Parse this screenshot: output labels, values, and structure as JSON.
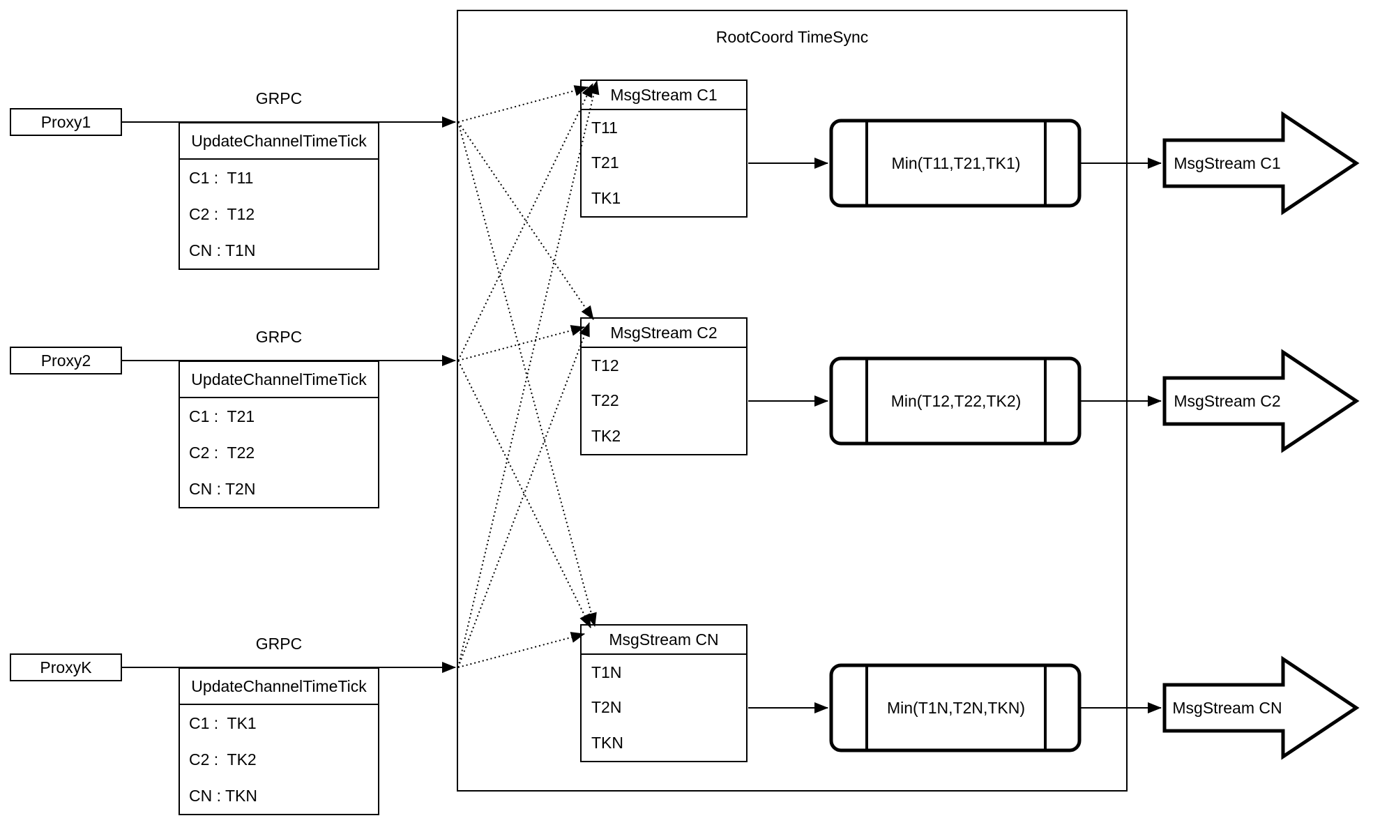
{
  "diagram": {
    "title": "RootCoord TimeSync",
    "proxies": [
      {
        "name": "Proxy1",
        "protocol": "GRPC",
        "message": "UpdateChannelTimeTick",
        "entries": [
          "C1 :  T11",
          "C2 :  T12",
          "CN : T1N"
        ]
      },
      {
        "name": "Proxy2",
        "protocol": "GRPC",
        "message": "UpdateChannelTimeTick",
        "entries": [
          "C1 :  T21",
          "C2 :  T22",
          "CN : T2N"
        ]
      },
      {
        "name": "ProxyK",
        "protocol": "GRPC",
        "message": "UpdateChannelTimeTick",
        "entries": [
          "C1 :  TK1",
          "C2 :  TK2",
          "CN : TKN"
        ]
      }
    ],
    "channels": [
      {
        "stream": "MsgStream C1",
        "ticks": [
          "T11",
          "T21",
          "TK1"
        ],
        "min": "Min(T11,T21,TK1)",
        "output": "MsgStream C1"
      },
      {
        "stream": "MsgStream C2",
        "ticks": [
          "T12",
          "T22",
          "TK2"
        ],
        "min": "Min(T12,T22,TK2)",
        "output": "MsgStream C2"
      },
      {
        "stream": "MsgStream CN",
        "ticks": [
          "T1N",
          "T2N",
          "TKN"
        ],
        "min": "Min(T1N,T2N,TKN)",
        "output": "MsgStream CN"
      }
    ],
    "colors": {
      "stroke": "#000000",
      "background": "#ffffff"
    }
  }
}
